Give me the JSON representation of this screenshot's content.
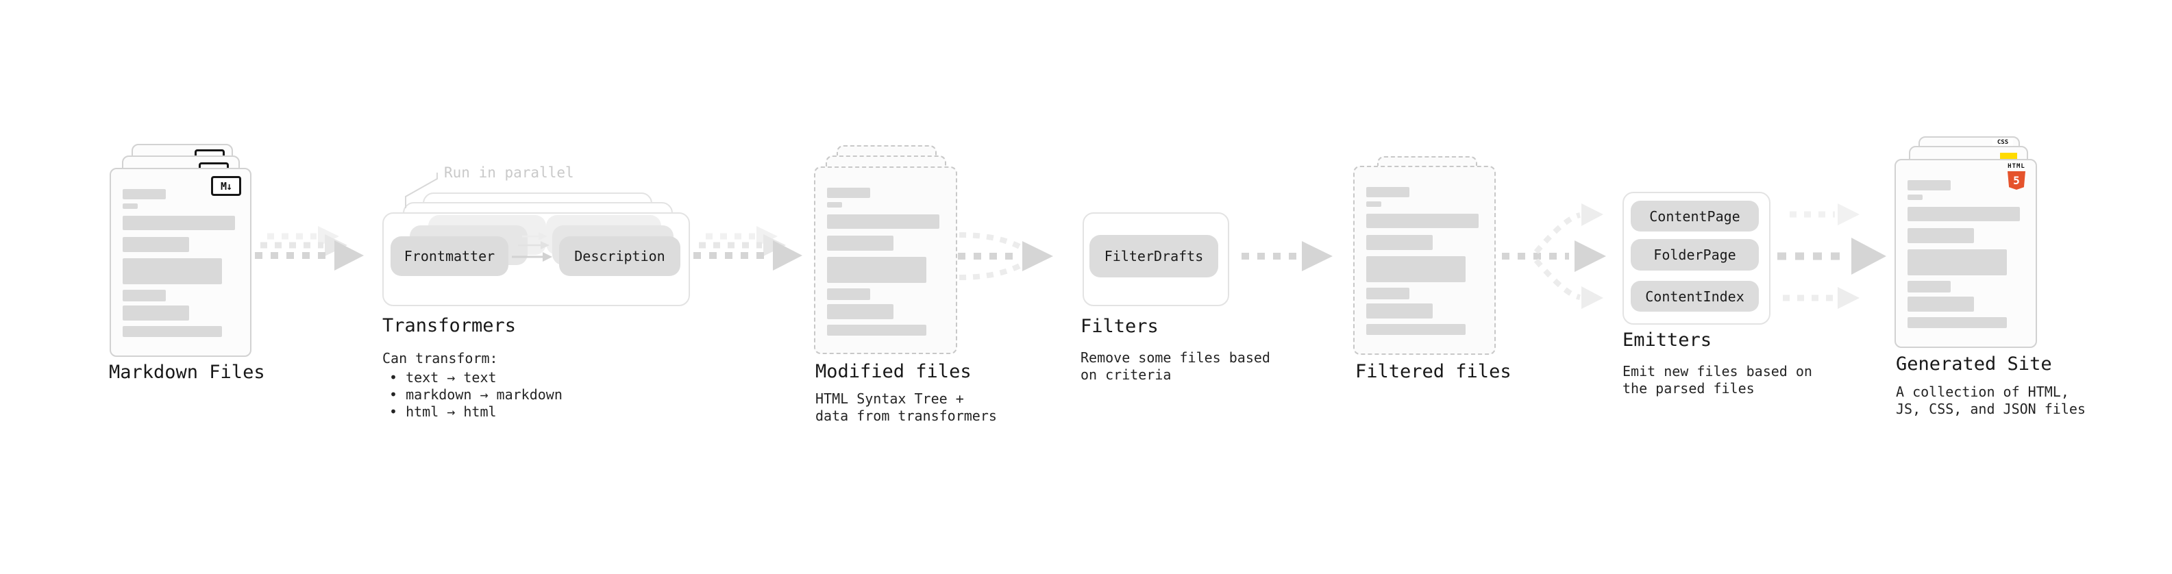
{
  "stages": {
    "markdown": {
      "label": "Markdown Files",
      "file_badge": "M↓"
    },
    "transformers": {
      "label": "Transformers",
      "annotation": "Run in parallel",
      "pill_from": "Frontmatter",
      "pill_to": "Description",
      "caption_title": "Can transform:",
      "bullets": [
        "• text → text",
        "• markdown → markdown",
        "• html → html"
      ]
    },
    "modified": {
      "label": "Modified files",
      "caption": [
        "HTML Syntax Tree +",
        "data from transformers"
      ]
    },
    "filters": {
      "label": "Filters",
      "pill": "FilterDrafts",
      "caption": [
        "Remove some files based",
        "on criteria"
      ]
    },
    "filtered": {
      "label": "Filtered files"
    },
    "emitters": {
      "label": "Emitters",
      "pills": [
        "ContentPage",
        "FolderPage",
        "ContentIndex"
      ],
      "caption": [
        "Emit new files based on",
        "the parsed files"
      ]
    },
    "generated": {
      "label": "Generated Site",
      "caption": [
        "A collection of HTML,",
        "JS, CSS, and JSON files"
      ],
      "css_badge": "CSS",
      "html_badge_word": "HTML",
      "html_badge_number": "5"
    }
  },
  "colors": {
    "html5_orange": "#e5532c",
    "css_blue": "#2e6cf0",
    "js_yellow": "#ffdb00",
    "arrow_gray": "#d5d5d5",
    "annotation_gray": "#c9c9c9",
    "text": "#181818"
  }
}
